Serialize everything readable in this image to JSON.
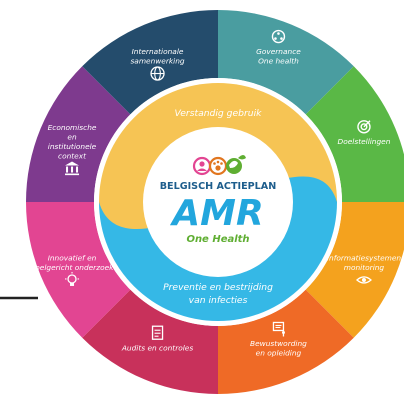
{
  "center": {
    "title_top": "BELGISCH ACTIEPLAN",
    "title_big": "AMR",
    "subtitle": "One Health"
  },
  "ring": {
    "top_label": "Verstandig gebruik",
    "bottom_label_1": "Preventie en bestrijding",
    "bottom_label_2": "van infecties",
    "top_color": "#f6c454",
    "bottom_color": "#35b8e6"
  },
  "segments": [
    {
      "lines": [
        "Governance",
        "One health"
      ],
      "color": "#4a9da0",
      "icon": "governance-icon"
    },
    {
      "lines": [
        "Doelstellingen"
      ],
      "color": "#5ab846",
      "icon": "target-icon"
    },
    {
      "lines": [
        "Informatiesystemen",
        "monitoring"
      ],
      "color": "#f4a21e",
      "icon": "eye-icon"
    },
    {
      "lines": [
        "Bewustwording",
        "en opleiding"
      ],
      "color": "#ef6a26",
      "icon": "presentation-icon"
    },
    {
      "lines": [
        "Audits en controles"
      ],
      "color": "#c8315b",
      "icon": "checklist-icon"
    },
    {
      "lines": [
        "Innovatief en",
        "doelgericht onderzoek"
      ],
      "color": "#e24592",
      "icon": "lightbulb-icon"
    },
    {
      "lines": [
        "Economische",
        "en",
        "institutionele",
        "context"
      ],
      "color": "#7e3a8e",
      "icon": "building-icon"
    },
    {
      "lines": [
        "Internationale",
        "samenwerking"
      ],
      "color": "#244c6c",
      "icon": "globe-icon"
    }
  ]
}
